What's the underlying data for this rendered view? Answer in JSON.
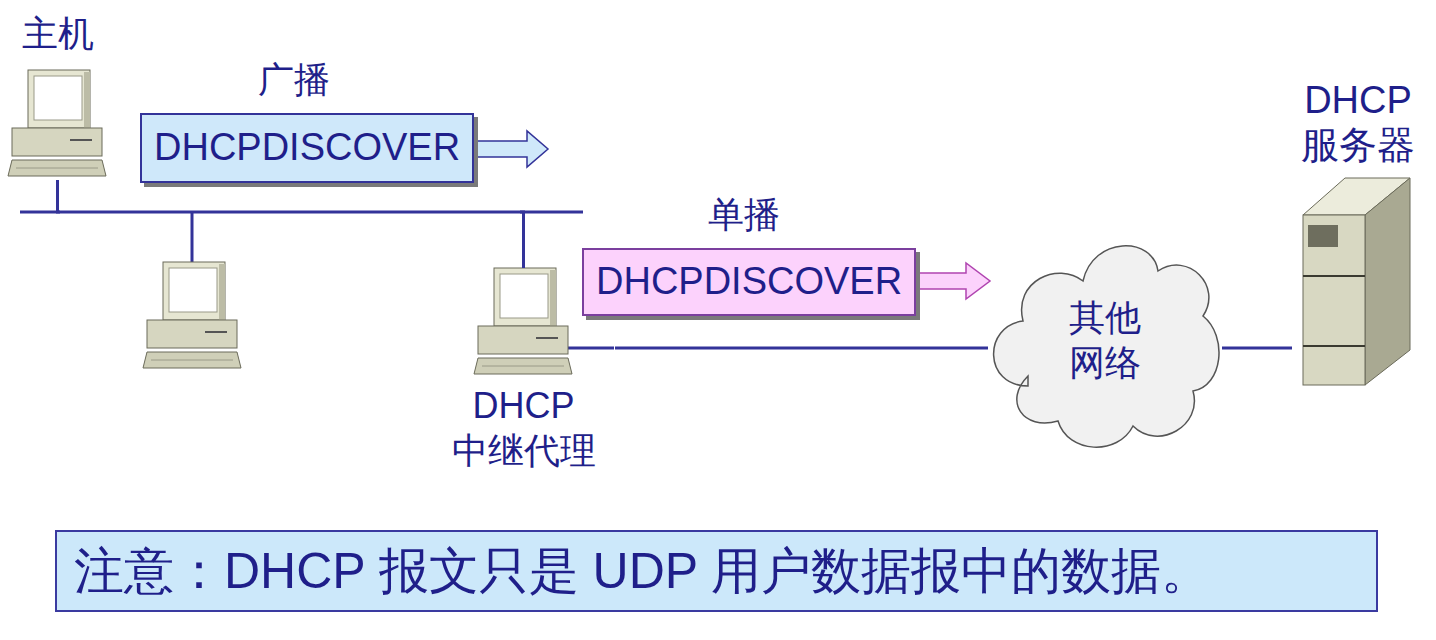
{
  "diagram": {
    "caption": "注意：DHCP 报文只是 UDP 用户数据报中的数据。",
    "nodes": [
      {
        "text": [
          "主机"
        ]
      },
      {
        "text": [
          "DHCPDISCOVER"
        ]
      },
      {
        "text": [
          "DHCPDISCOVER"
        ]
      },
      {
        "text": [
          "DHCP 中继代理"
        ]
      },
      {
        "text": [
          "其他 网络"
        ]
      },
      {
        "text": [
          "DHCP 服务器"
        ]
      }
    ],
    "edges": [
      {
        "from": 0,
        "to": 3,
        "arrow": "none"
      },
      {
        "from": 3,
        "to": 4,
        "arrow": "none"
      },
      {
        "from": 4,
        "to": 5,
        "arrow": "none"
      }
    ],
    "labels": [
      "广播",
      "单播"
    ]
  }
}
